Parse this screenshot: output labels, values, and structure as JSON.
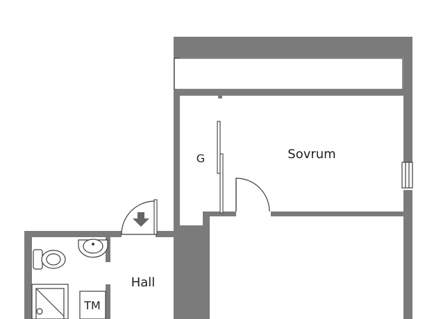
{
  "plan": {
    "rooms": [
      {
        "key": "sovrum",
        "label": "Sovrum"
      },
      {
        "key": "garderob",
        "label": "G"
      },
      {
        "key": "hall",
        "label": "Hall"
      },
      {
        "key": "tvattmaskin",
        "label": "TM"
      }
    ],
    "icons": [
      "wall-outline",
      "door-swing-icon",
      "entrance-arrow-icon",
      "toilet-icon",
      "sink-icon",
      "shower-icon",
      "window-icon",
      "wardrobe-door-icon"
    ],
    "colors": {
      "wall": "#7b7b7b",
      "line": "#3c3c3c",
      "background": "#ffffff"
    }
  }
}
